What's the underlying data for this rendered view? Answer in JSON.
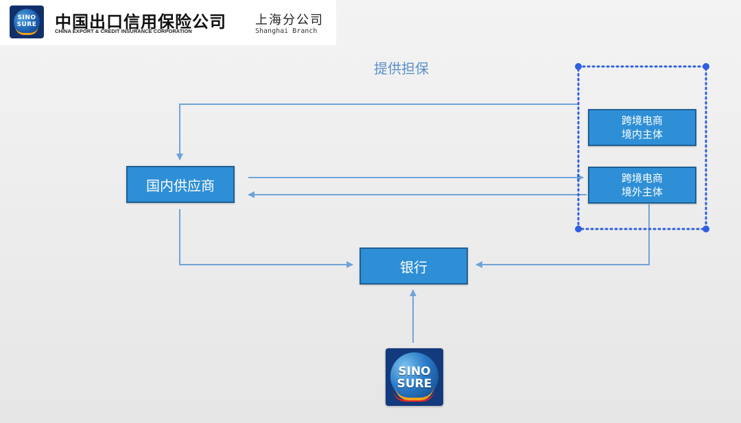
{
  "header": {
    "logo_text_line1": "SINO",
    "logo_text_line2": "SURE",
    "company_cn": "中国出口信用保险公司",
    "company_en": "CHINA EXPORT & CREDIT INSURANCE CORPORATION",
    "branch_cn": "上海分公司",
    "branch_en": "Shanghai Branch"
  },
  "diagram": {
    "guarantee_label": "提供担保",
    "domestic_supplier": "国内供应商",
    "bank": "银行",
    "ecom_domestic_line1": "跨境电商",
    "ecom_domestic_line2": "境内主体",
    "ecom_overseas_line1": "跨境电商",
    "ecom_overseas_line2": "境外主体"
  },
  "bottom_logo": {
    "line1": "SINO",
    "line2": "SURE"
  },
  "colors": {
    "node_fill": "#2e8fd6",
    "node_border": "#1f5f93",
    "arrow": "#6fa3d8",
    "group_dots": "#2f5fe0",
    "brand_orange": "#f2a21b"
  },
  "icons": [
    "sinosure-logo"
  ]
}
